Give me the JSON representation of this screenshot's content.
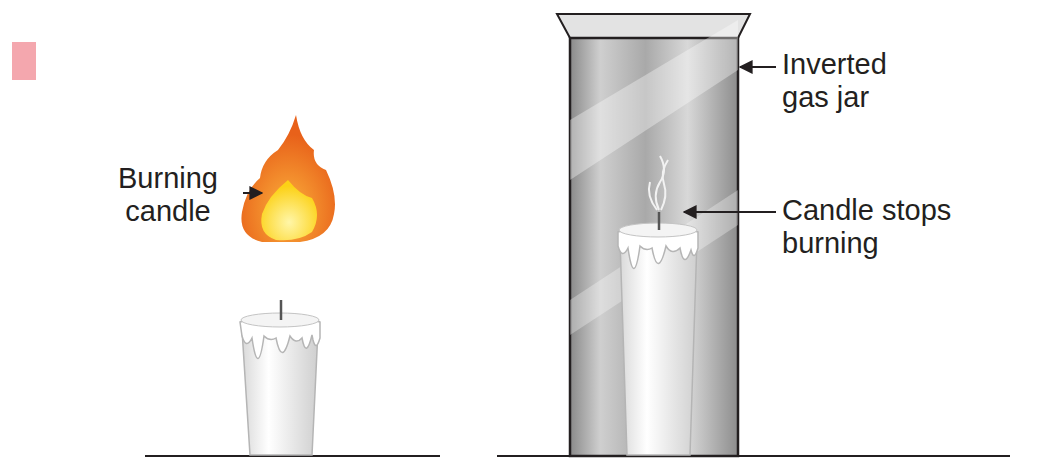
{
  "diagram": {
    "labels": [
      "Burning candle",
      "Inverted gas jar",
      "Candle stops burning"
    ]
  }
}
